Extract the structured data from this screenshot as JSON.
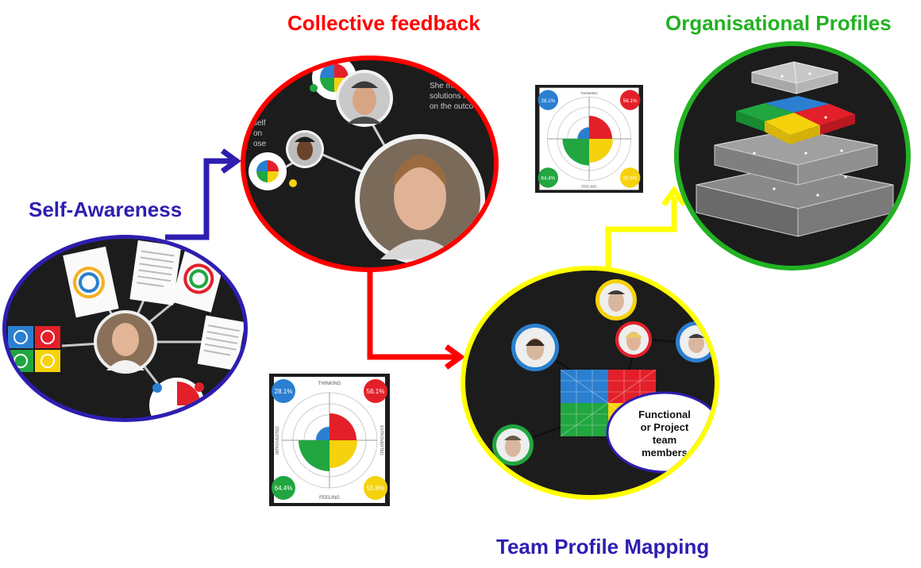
{
  "titles": {
    "collective": "Collective feedback",
    "organisational": "Organisational Profiles",
    "self_awareness": "Self-Awareness",
    "team_mapping": "Team Profile Mapping"
  },
  "colors": {
    "collective": "#ff0000",
    "organisational": "#22b222",
    "self_awareness": "#2e1eb0",
    "team_mapping": "#2e1eb0",
    "blue_arrow": "#2e1eb0",
    "red_arrow": "#ff0000",
    "yellow_arrow": "#ffff00",
    "quad_blue": "#2b7fd0",
    "quad_red": "#e3202a",
    "quad_green": "#21a640",
    "quad_yellow": "#f5d20c"
  },
  "collective_snippet": {
    "line1": "She may",
    "line2": "solutions re",
    "line3": "on the outco",
    "side1": "self",
    "side2": "on",
    "side3": "ose"
  },
  "team_bubble": {
    "line1": "Functional",
    "line2": "or Project",
    "line3": "team",
    "line4": "members"
  },
  "profile_chart": {
    "top_left": "28.1%",
    "top_right": "56.1%",
    "bottom_left": "64.4%",
    "bottom_right": "55.6%",
    "axis_top": "THINKING",
    "axis_bottom": "FEELING",
    "axis_left": "INTROVERTED",
    "axis_right": "EXTROVERTED"
  }
}
